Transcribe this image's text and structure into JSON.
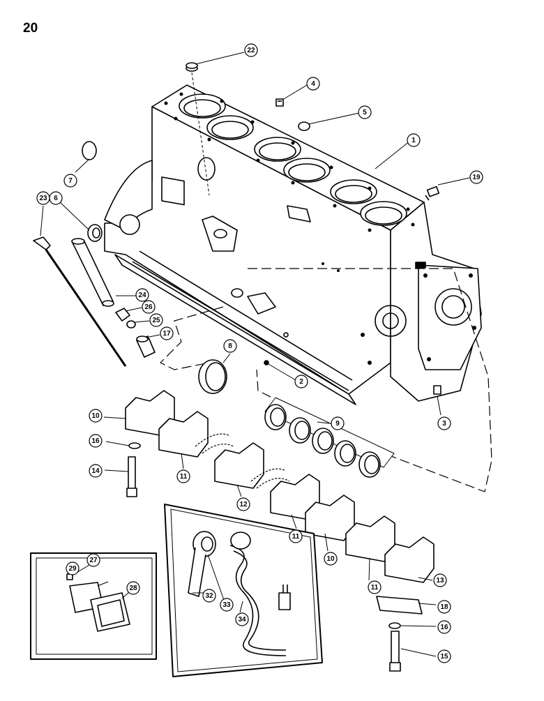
{
  "page_number": "20",
  "callouts": [
    {
      "id": "c1",
      "label": "1"
    },
    {
      "id": "c2",
      "label": "2"
    },
    {
      "id": "c3",
      "label": "3"
    },
    {
      "id": "c4",
      "label": "4"
    },
    {
      "id": "c5",
      "label": "5"
    },
    {
      "id": "c6",
      "label": "6"
    },
    {
      "id": "c7",
      "label": "7"
    },
    {
      "id": "c8",
      "label": "8"
    },
    {
      "id": "c9",
      "label": "9"
    },
    {
      "id": "c10a",
      "label": "10"
    },
    {
      "id": "c10b",
      "label": "10"
    },
    {
      "id": "c11a",
      "label": "11"
    },
    {
      "id": "c11b",
      "label": "11"
    },
    {
      "id": "c11c",
      "label": "11"
    },
    {
      "id": "c12",
      "label": "12"
    },
    {
      "id": "c13",
      "label": "13"
    },
    {
      "id": "c14",
      "label": "14"
    },
    {
      "id": "c15",
      "label": "15"
    },
    {
      "id": "c16a",
      "label": "16"
    },
    {
      "id": "c16b",
      "label": "16"
    },
    {
      "id": "c17",
      "label": "17"
    },
    {
      "id": "c18",
      "label": "18"
    },
    {
      "id": "c19",
      "label": "19"
    },
    {
      "id": "c22",
      "label": "22"
    },
    {
      "id": "c23",
      "label": "23"
    },
    {
      "id": "c24",
      "label": "24"
    },
    {
      "id": "c25",
      "label": "25"
    },
    {
      "id": "c26",
      "label": "26"
    },
    {
      "id": "c27",
      "label": "27"
    },
    {
      "id": "c28",
      "label": "28"
    },
    {
      "id": "c29",
      "label": "29"
    },
    {
      "id": "c32",
      "label": "32"
    },
    {
      "id": "c33",
      "label": "33"
    },
    {
      "id": "c34",
      "label": "34"
    }
  ]
}
